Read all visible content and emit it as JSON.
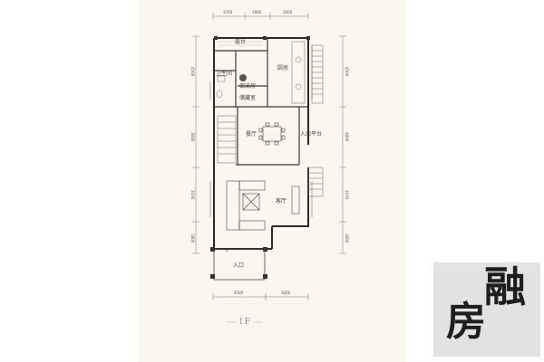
{
  "rooms": {
    "terrace": "露台",
    "kitchen": "厨房",
    "bathroom": "卫生间",
    "storage": "保洁房",
    "storage2": "储藏室",
    "dining": "餐厅",
    "entry_platform": "入口平台",
    "living": "客厅",
    "entrance": "入口"
  },
  "dimensions": {
    "top": [
      "3700",
      "1800",
      "3000"
    ],
    "bottom": [
      "4500",
      "3000"
    ],
    "left": [
      "4500",
      "3600",
      "3100",
      "1800"
    ],
    "right": [
      "4500",
      "4800",
      "3100",
      "1800"
    ]
  },
  "floor": "1F",
  "seal": {
    "char_top": "融",
    "char_bottom": "房"
  },
  "colors": {
    "wall": "#2b2b2b",
    "line": "#666666",
    "paper": "#fbf7ec",
    "seal_bg": "#e2e2e2"
  }
}
